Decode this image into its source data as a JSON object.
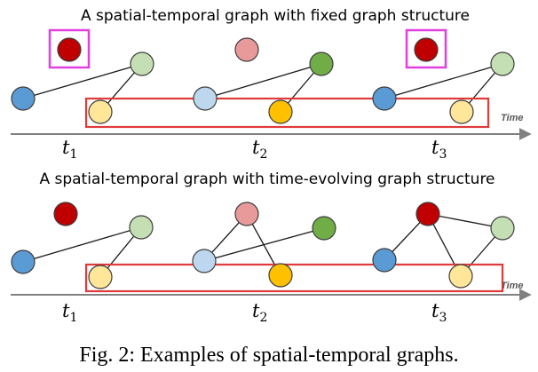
{
  "colors": {
    "red": "#c00000",
    "pink": "#e89a9a",
    "green_light": "#c5dfb4",
    "green_dark": "#70ad47",
    "blue": "#5b9bd5",
    "blue_light": "#bdd7ee",
    "yellow_light": "#ffe699",
    "yellow": "#ffc000",
    "highlight_magenta": "#e040e0",
    "highlight_red": "#e03a3a",
    "axis": "#808080"
  },
  "caption": "Fig. 2: Examples of spatial-temporal graphs.",
  "panels": [
    {
      "title": "A spatial-temporal graph with fixed graph structure",
      "time_label": "Time",
      "steps": [
        {
          "label": "t",
          "sub": "1",
          "nodes": [
            {
              "id": "top",
              "color": "red"
            },
            {
              "id": "right",
              "color": "green_light"
            },
            {
              "id": "left",
              "color": "blue"
            },
            {
              "id": "bottom",
              "color": "yellow_light"
            }
          ],
          "edges": [
            [
              "left",
              "right"
            ],
            [
              "bottom",
              "right"
            ]
          ],
          "boxed": [
            "top"
          ]
        },
        {
          "label": "t",
          "sub": "2",
          "nodes": [
            {
              "id": "top",
              "color": "pink"
            },
            {
              "id": "right",
              "color": "green_dark"
            },
            {
              "id": "left",
              "color": "blue_light"
            },
            {
              "id": "bottom",
              "color": "yellow"
            }
          ],
          "edges": [
            [
              "left",
              "right"
            ],
            [
              "bottom",
              "right"
            ]
          ],
          "boxed": []
        },
        {
          "label": "t",
          "sub": "3",
          "nodes": [
            {
              "id": "top",
              "color": "red"
            },
            {
              "id": "right",
              "color": "green_light"
            },
            {
              "id": "left",
              "color": "blue"
            },
            {
              "id": "bottom",
              "color": "yellow_light"
            }
          ],
          "edges": [
            [
              "left",
              "right"
            ],
            [
              "bottom",
              "right"
            ]
          ],
          "boxed": [
            "top"
          ]
        }
      ]
    },
    {
      "title": "A spatial-temporal graph with time-evolving graph structure",
      "time_label": "Time",
      "steps": [
        {
          "label": "t",
          "sub": "1",
          "nodes": [
            {
              "id": "top",
              "color": "red"
            },
            {
              "id": "right",
              "color": "green_light"
            },
            {
              "id": "left",
              "color": "blue"
            },
            {
              "id": "bottom",
              "color": "yellow_light"
            }
          ],
          "edges": [
            [
              "left",
              "right"
            ],
            [
              "bottom",
              "right"
            ]
          ],
          "boxed": []
        },
        {
          "label": "t",
          "sub": "2",
          "nodes": [
            {
              "id": "top",
              "color": "pink"
            },
            {
              "id": "right",
              "color": "green_dark"
            },
            {
              "id": "left",
              "color": "blue_light"
            },
            {
              "id": "bottom",
              "color": "yellow"
            }
          ],
          "edges": [
            [
              "left",
              "top"
            ],
            [
              "top",
              "bottom"
            ],
            [
              "left",
              "right"
            ]
          ],
          "boxed": []
        },
        {
          "label": "t",
          "sub": "3",
          "nodes": [
            {
              "id": "top",
              "color": "red"
            },
            {
              "id": "right",
              "color": "green_light"
            },
            {
              "id": "left",
              "color": "blue"
            },
            {
              "id": "bottom",
              "color": "yellow_light"
            }
          ],
          "edges": [
            [
              "left",
              "top"
            ],
            [
              "top",
              "right"
            ],
            [
              "top",
              "bottom"
            ],
            [
              "bottom",
              "right"
            ]
          ],
          "boxed": []
        }
      ]
    }
  ]
}
